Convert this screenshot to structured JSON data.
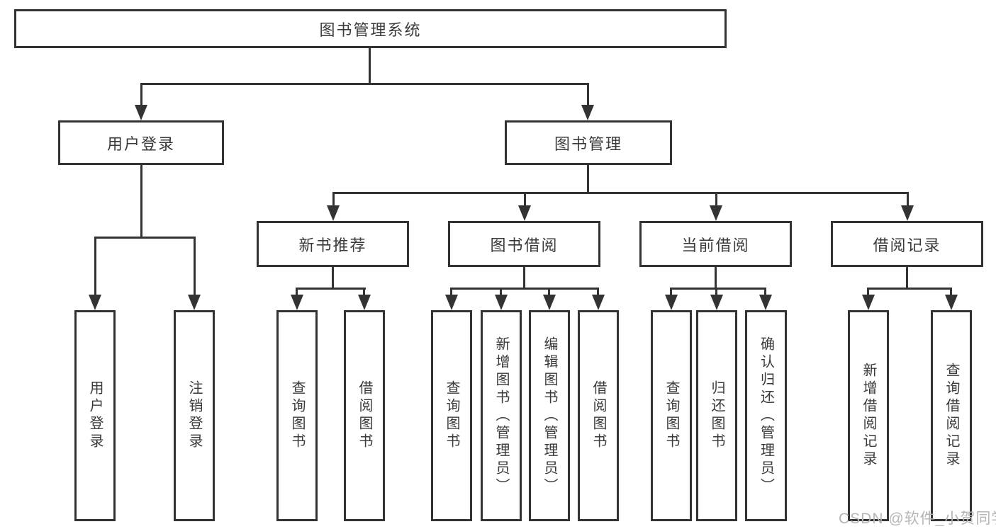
{
  "diagram": {
    "root": {
      "label": "图书管理系统"
    },
    "level2": {
      "user_login": {
        "label": "用户登录"
      },
      "book_management": {
        "label": "图书管理"
      }
    },
    "level3": {
      "new_book_recommend": {
        "label": "新书推荐"
      },
      "book_borrow": {
        "label": "图书借阅"
      },
      "current_borrow": {
        "label": "当前借阅"
      },
      "borrow_records": {
        "label": "借阅记录"
      }
    },
    "leaves": {
      "user_login": {
        "login": "用户登录",
        "logout": "注销登录"
      },
      "new_book_recommend": {
        "query": "查询图书",
        "borrow": "借阅图书"
      },
      "book_borrow": {
        "query": "查询图书",
        "add": "新增图书（管理员）",
        "edit": "编辑图书（管理员）",
        "borrow": "借阅图书"
      },
      "current_borrow": {
        "query": "查询图书",
        "return": "归还图书",
        "confirm": "确认归还（管理员）"
      },
      "borrow_records": {
        "add": "新增借阅记录",
        "query": "查询借阅记录"
      }
    },
    "watermark": "CSDN @软件_小贺同学",
    "colors": {
      "line": "#333333",
      "text": "#3a3a3a",
      "background": "#ffffff",
      "watermark": "#b5b5b5"
    }
  }
}
